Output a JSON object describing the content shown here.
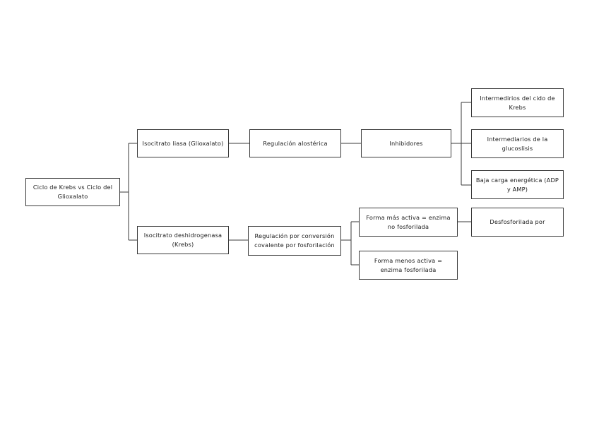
{
  "diagram": {
    "type": "horizontal-tree",
    "title": "Ciclo de Krebs vs Ciclo del Glioxalato",
    "background_color": "#ffffff",
    "node_border_color": "#3a3a3a",
    "connector_color": "#3a3a3a",
    "text_color": "#1a1a1a",
    "nodes": {
      "root": {
        "label": "Ciclo de Krebs vs Ciclo del Glioxalato"
      },
      "isocitrato_liasa": {
        "label": "Isocitrato liasa (Glioxalato)"
      },
      "isocitrato_deshidrogenasa": {
        "label": "Isocitrato deshidrogenasa (Krebs)"
      },
      "regulacion_alosterica": {
        "label": "Regulación alostérica"
      },
      "regulacion_covalente": {
        "label": "Regulación por conversión covalente por fosforilación"
      },
      "inhibidores": {
        "label": "Inhibidores"
      },
      "intermedios_krebs": {
        "label": "Intermedirios del cido de Krebs"
      },
      "intermediarios_glucolisis": {
        "label": "Intermediarios de la glucoslisis"
      },
      "baja_carga": {
        "label": "Baja carga energética (ADP y AMP)"
      },
      "forma_mas_activa": {
        "label": "Forma más activa = enzima no fosforilada"
      },
      "forma_menos_activa": {
        "label": "Forma menos activa = enzima fosforilada"
      },
      "desfosforilada": {
        "label": "Desfosforilada por"
      }
    },
    "edges": [
      {
        "from": "root",
        "to": "isocitrato_liasa"
      },
      {
        "from": "root",
        "to": "isocitrato_deshidrogenasa"
      },
      {
        "from": "isocitrato_liasa",
        "to": "regulacion_alosterica"
      },
      {
        "from": "regulacion_alosterica",
        "to": "inhibidores"
      },
      {
        "from": "inhibidores",
        "to": "intermedios_krebs"
      },
      {
        "from": "inhibidores",
        "to": "intermediarios_glucolisis"
      },
      {
        "from": "inhibidores",
        "to": "baja_carga"
      },
      {
        "from": "isocitrato_deshidrogenasa",
        "to": "regulacion_covalente"
      },
      {
        "from": "regulacion_covalente",
        "to": "forma_mas_activa"
      },
      {
        "from": "regulacion_covalente",
        "to": "forma_menos_activa"
      },
      {
        "from": "forma_mas_activa",
        "to": "desfosforilada"
      }
    ]
  }
}
